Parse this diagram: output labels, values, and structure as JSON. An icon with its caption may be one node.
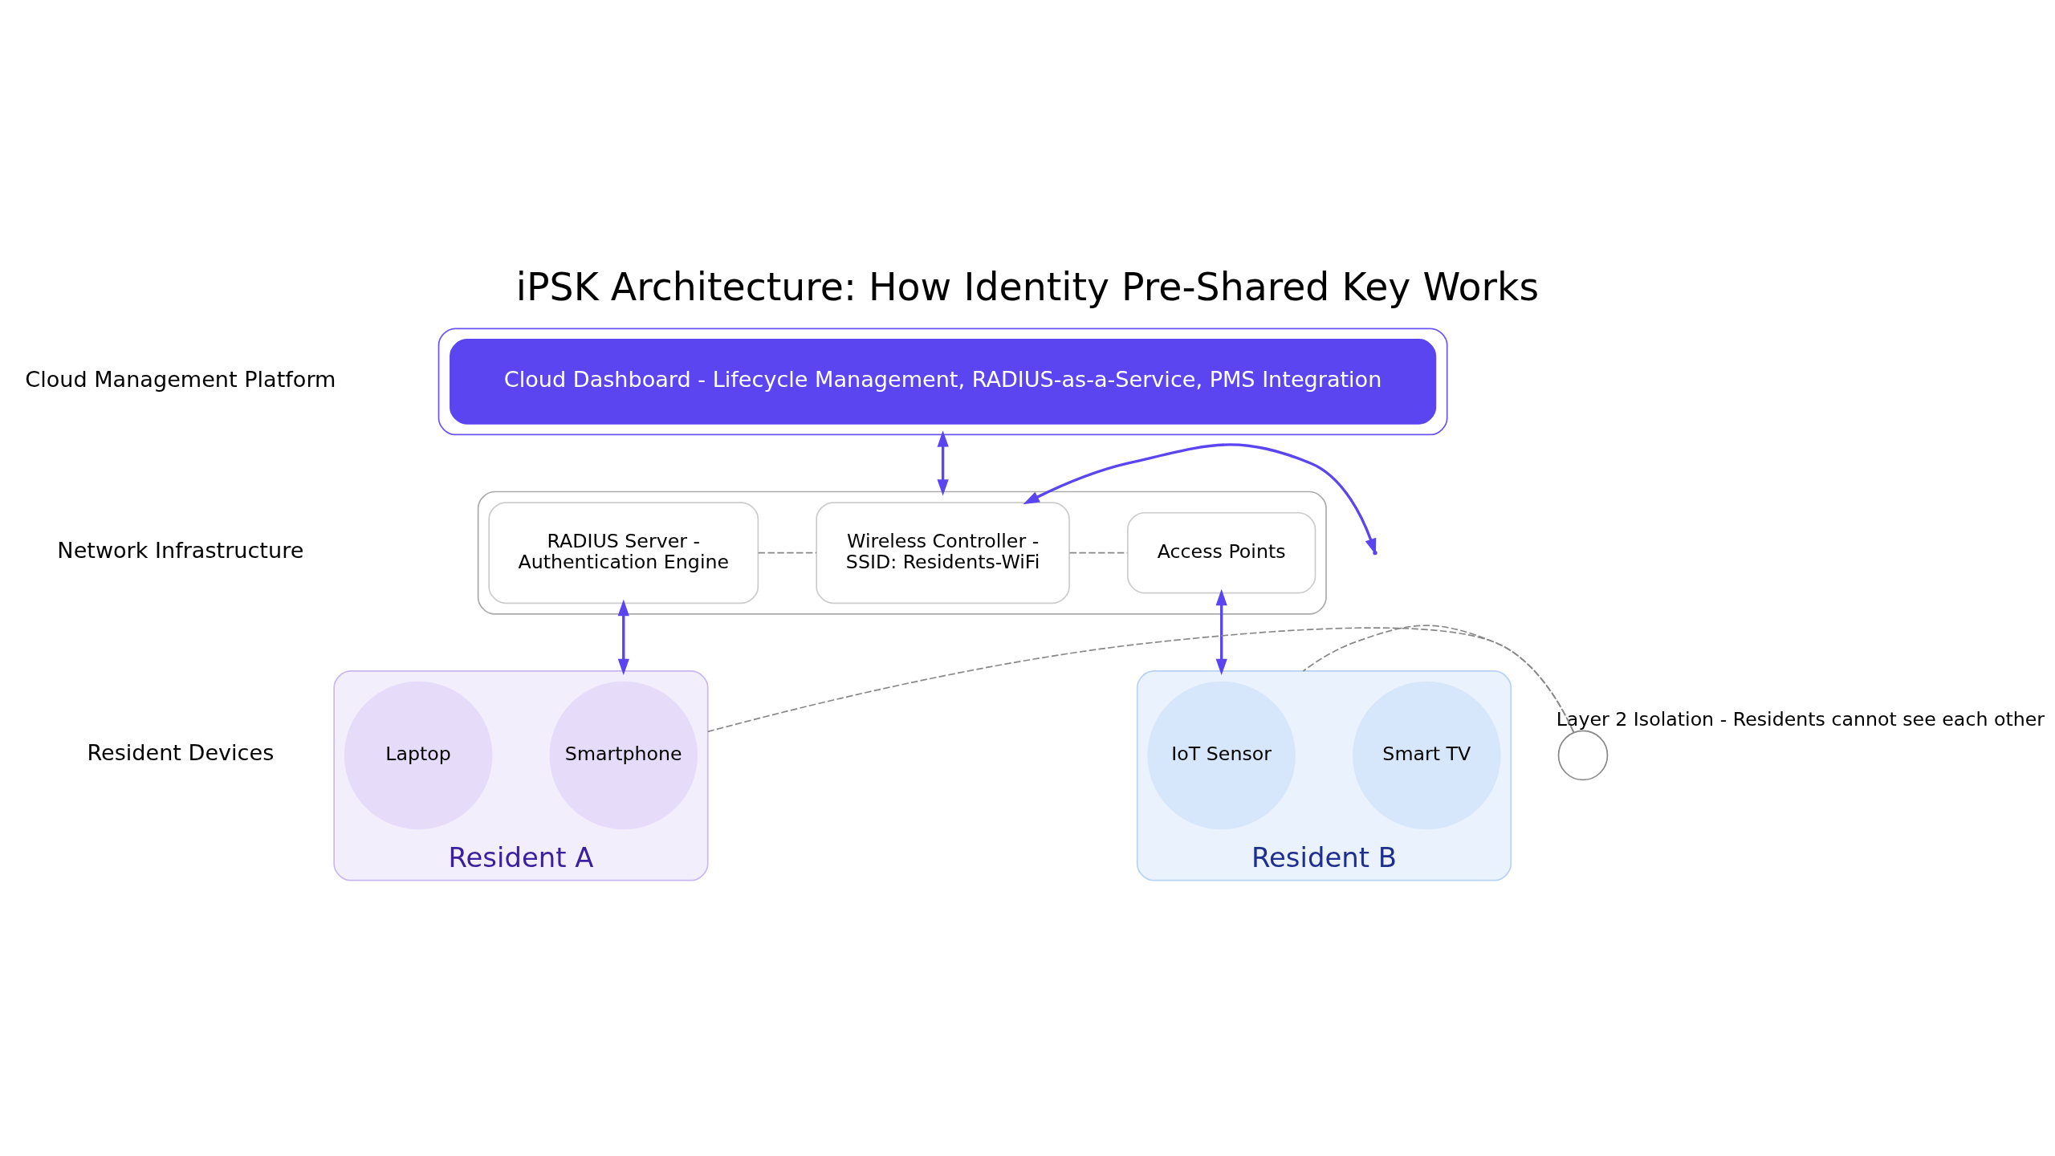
{
  "diagram": {
    "title": "iPSK Architecture: How Identity Pre-Shared Key Works",
    "nodes": [
      {
        "text": [],
        "shape": "box"
      },
      {
        "text": [
          "Cloud Dashboard - Lifecycle Management, RADIUS-as-a-Service, PMS Integration"
        ],
        "in": 0
      },
      {
        "text": [],
        "shape": "box"
      },
      {
        "text": [
          "RADIUS Server -",
          "Authentication Engine"
        ],
        "in": 2
      },
      {
        "text": [
          "Wireless Controller -",
          "SSID: Residents-WiFi"
        ],
        "in": 2
      },
      {
        "text": [
          "Access Points"
        ],
        "in": 2
      },
      {
        "text": [
          "Resident A"
        ]
      },
      {
        "text": [
          "Smartphone"
        ],
        "in": 6
      },
      {
        "text": [
          "Laptop"
        ],
        "in": 6
      },
      {
        "text": [],
        "shape": "circle",
        "beside": [
          "Layer 2 Isolation - Residents cannot see each other"
        ]
      },
      {
        "text": [
          "Resident B"
        ]
      },
      {
        "text": [
          "Smart TV"
        ],
        "in": 10
      },
      {
        "text": [
          "IoT Sensor"
        ],
        "in": 10
      }
    ],
    "edges": [
      {
        "from": 0,
        "to": 2,
        "arrow": "both",
        "color": "#5b45f0"
      },
      {
        "from": 3,
        "to": 4,
        "arrow": "none",
        "style": "dashed",
        "color": "#888888"
      },
      {
        "from": 4,
        "to": 5,
        "arrow": "none",
        "style": "dashed",
        "color": "#888888"
      },
      {
        "from": 3,
        "to": 6,
        "arrow": "both",
        "color": "#5b45f0"
      },
      {
        "from": 4,
        "to": null,
        "arrow": "both",
        "color": "#5b45f0"
      },
      {
        "from": 5,
        "to": 10,
        "arrow": "both",
        "color": "#5b45f0"
      },
      {
        "from": 6,
        "to": 9,
        "arrow": "none",
        "style": "dashed",
        "color": "#888888"
      },
      {
        "from": 9,
        "to": 10,
        "arrow": "none",
        "style": "dashed",
        "color": "#888888"
      }
    ],
    "labels": [
      "Cloud Management Platform",
      "Network Infrastructure",
      "Resident Devices"
    ]
  }
}
